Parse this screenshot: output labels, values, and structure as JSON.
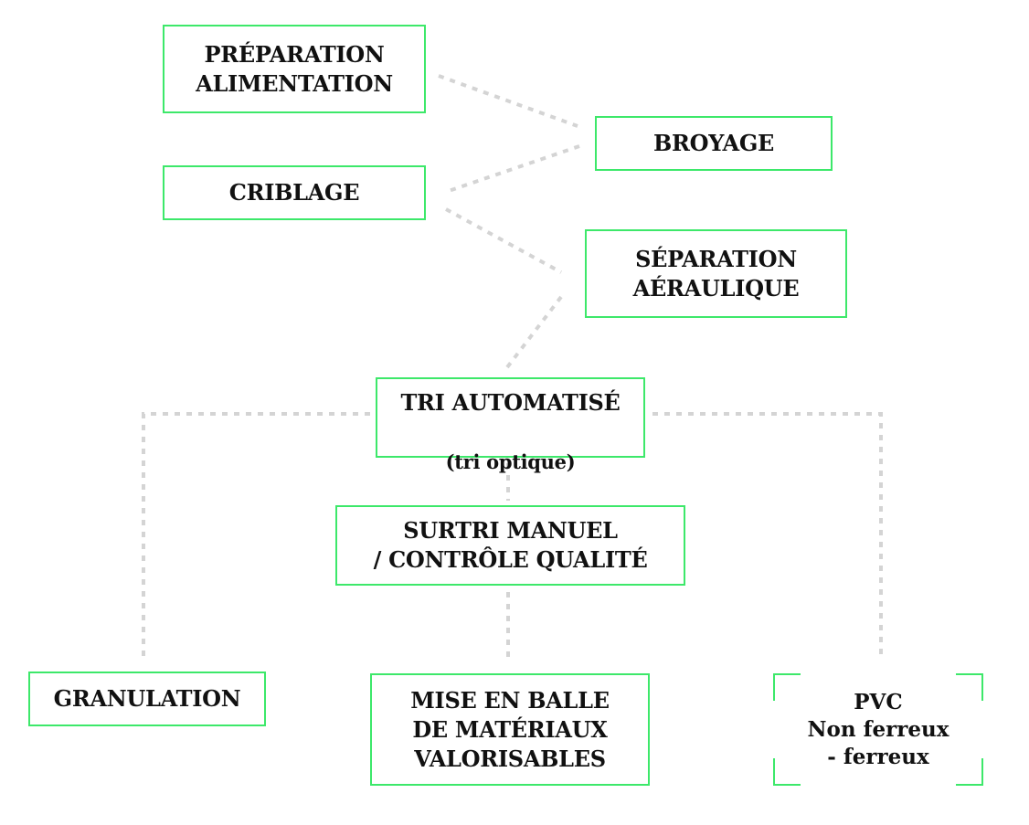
{
  "colors": {
    "box_border": "#3de86a",
    "connector": "#d4d4d4",
    "text": "#111111"
  },
  "nodes": {
    "preparation": "PRÉPARATION\nALIMENTATION",
    "broyage": "BROYAGE",
    "criblage": "CRIBLAGE",
    "separation": "SÉPARATION\nAÉRAULIQUE",
    "tri_title": "TRI AUTOMATISÉ",
    "tri_sub": "(tri optique)",
    "surtri": "SURTRI MANUEL\n/ CONTRÔLE QUALITÉ",
    "granulation": "GRANULATION",
    "mise_en_balle": "MISE EN BALLE\nDE MATÉRIAUX\nVALORISABLES",
    "pvc": "PVC\nNon ferreux\n- ferreux"
  }
}
